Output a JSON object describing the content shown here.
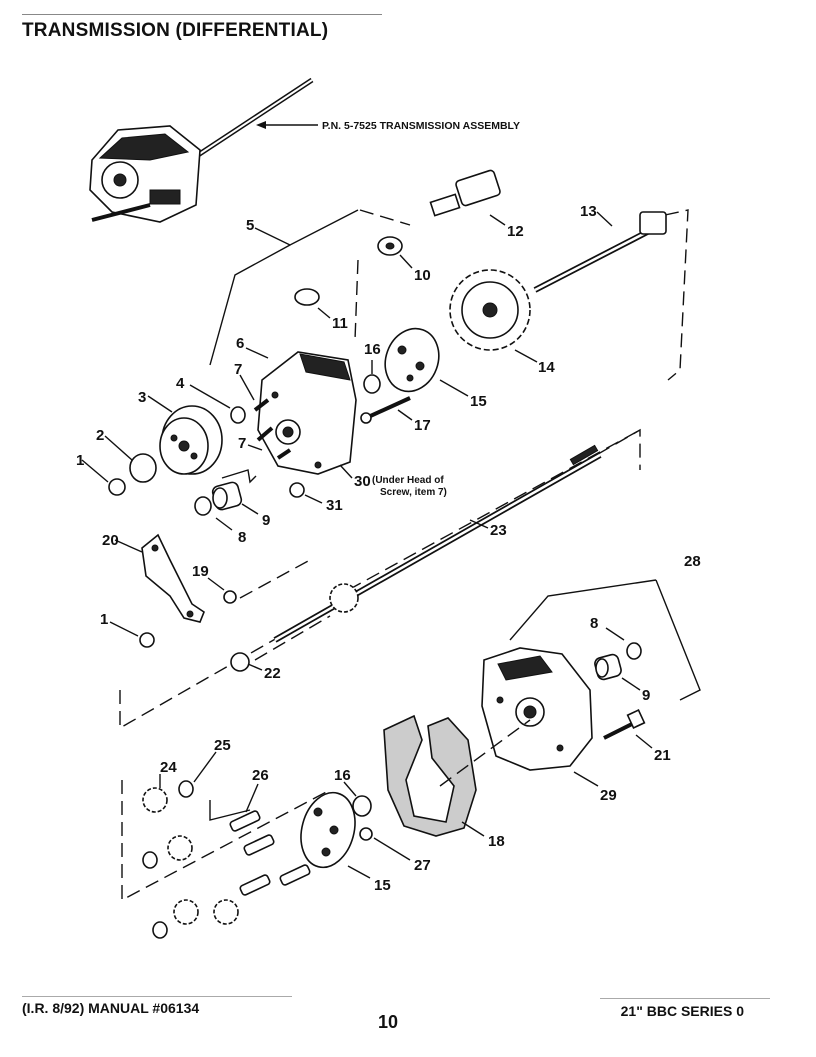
{
  "title": "TRANSMISSION (DIFFERENTIAL)",
  "assembly_label": "P.N. 5-7525 TRANSMISSION ASSEMBLY",
  "note_line1": "(Under Head of",
  "note_line2": "Screw, item 7)",
  "callouts": [
    "1",
    "2",
    "3",
    "4",
    "5",
    "6",
    "7",
    "7",
    "8",
    "9",
    "10",
    "11",
    "12",
    "13",
    "14",
    "15",
    "16",
    "17",
    "30",
    "31",
    "23",
    "20",
    "19",
    "1",
    "22",
    "28",
    "8",
    "9",
    "21",
    "29",
    "25",
    "24",
    "26",
    "16",
    "18",
    "27",
    "15"
  ],
  "footer": {
    "left": "(I.R. 8/92) MANUAL #06134",
    "page_number": "10",
    "right": "21\" BBC SERIES 0"
  }
}
